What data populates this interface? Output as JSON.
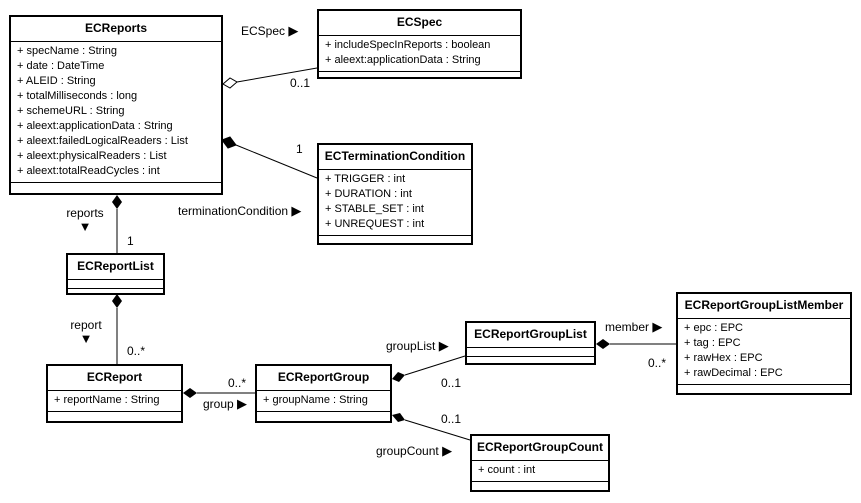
{
  "classes": {
    "ecreports": {
      "name": "ECReports",
      "attributes": [
        "+ specName : String",
        "+ date : DateTime",
        "+ ALEID : String",
        "+ totalMilliseconds : long",
        "+ schemeURL : String",
        "+ aleext:applicationData : String",
        "+ aleext:failedLogicalReaders : List",
        "+ aleext:physicalReaders : List",
        "+ aleext:totalReadCycles : int"
      ]
    },
    "ecspec": {
      "name": "ECSpec",
      "attributes": [
        "+ includeSpecInReports : boolean",
        "+ aleext:applicationData : String"
      ]
    },
    "ecterminationcondition": {
      "name": "ECTerminationCondition",
      "attributes": [
        "+ TRIGGER : int",
        "+ DURATION : int",
        "+ STABLE_SET : int",
        "+ UNREQUEST : int"
      ]
    },
    "ecreportlist": {
      "name": "ECReportList",
      "attributes": []
    },
    "ecreport": {
      "name": "ECReport",
      "attributes": [
        "+ reportName : String"
      ]
    },
    "ecreportgroup": {
      "name": "ECReportGroup",
      "attributes": [
        "+ groupName : String"
      ]
    },
    "ecreportgrouplist": {
      "name": "ECReportGroupList",
      "attributes": []
    },
    "ecreportgrouplistmember": {
      "name": "ECReportGroupListMember",
      "attributes": [
        "+ epc : EPC",
        "+ tag : EPC",
        "+ rawHex : EPC",
        "+ rawDecimal : EPC"
      ]
    },
    "ecreportgroupcount": {
      "name": "ECReportGroupCount",
      "attributes": [
        "+ count : int"
      ]
    }
  },
  "associations": {
    "ecspec": {
      "role": "ECSpec",
      "multiplicity": "0..1"
    },
    "termination": {
      "role": "terminationCondition",
      "multiplicity": "1"
    },
    "reports": {
      "role": "reports",
      "multiplicity": "1"
    },
    "report": {
      "role": "report",
      "multiplicity": "0..*"
    },
    "group": {
      "role": "group",
      "multiplicity": "0..*"
    },
    "grouplist": {
      "role": "groupList",
      "multiplicity": "0..1"
    },
    "member": {
      "role": "member",
      "multiplicity": "0..*"
    },
    "groupcount": {
      "role": "groupCount",
      "multiplicity": "0..1"
    }
  },
  "role_arrow": "▶",
  "role_arrow_down": "▼"
}
